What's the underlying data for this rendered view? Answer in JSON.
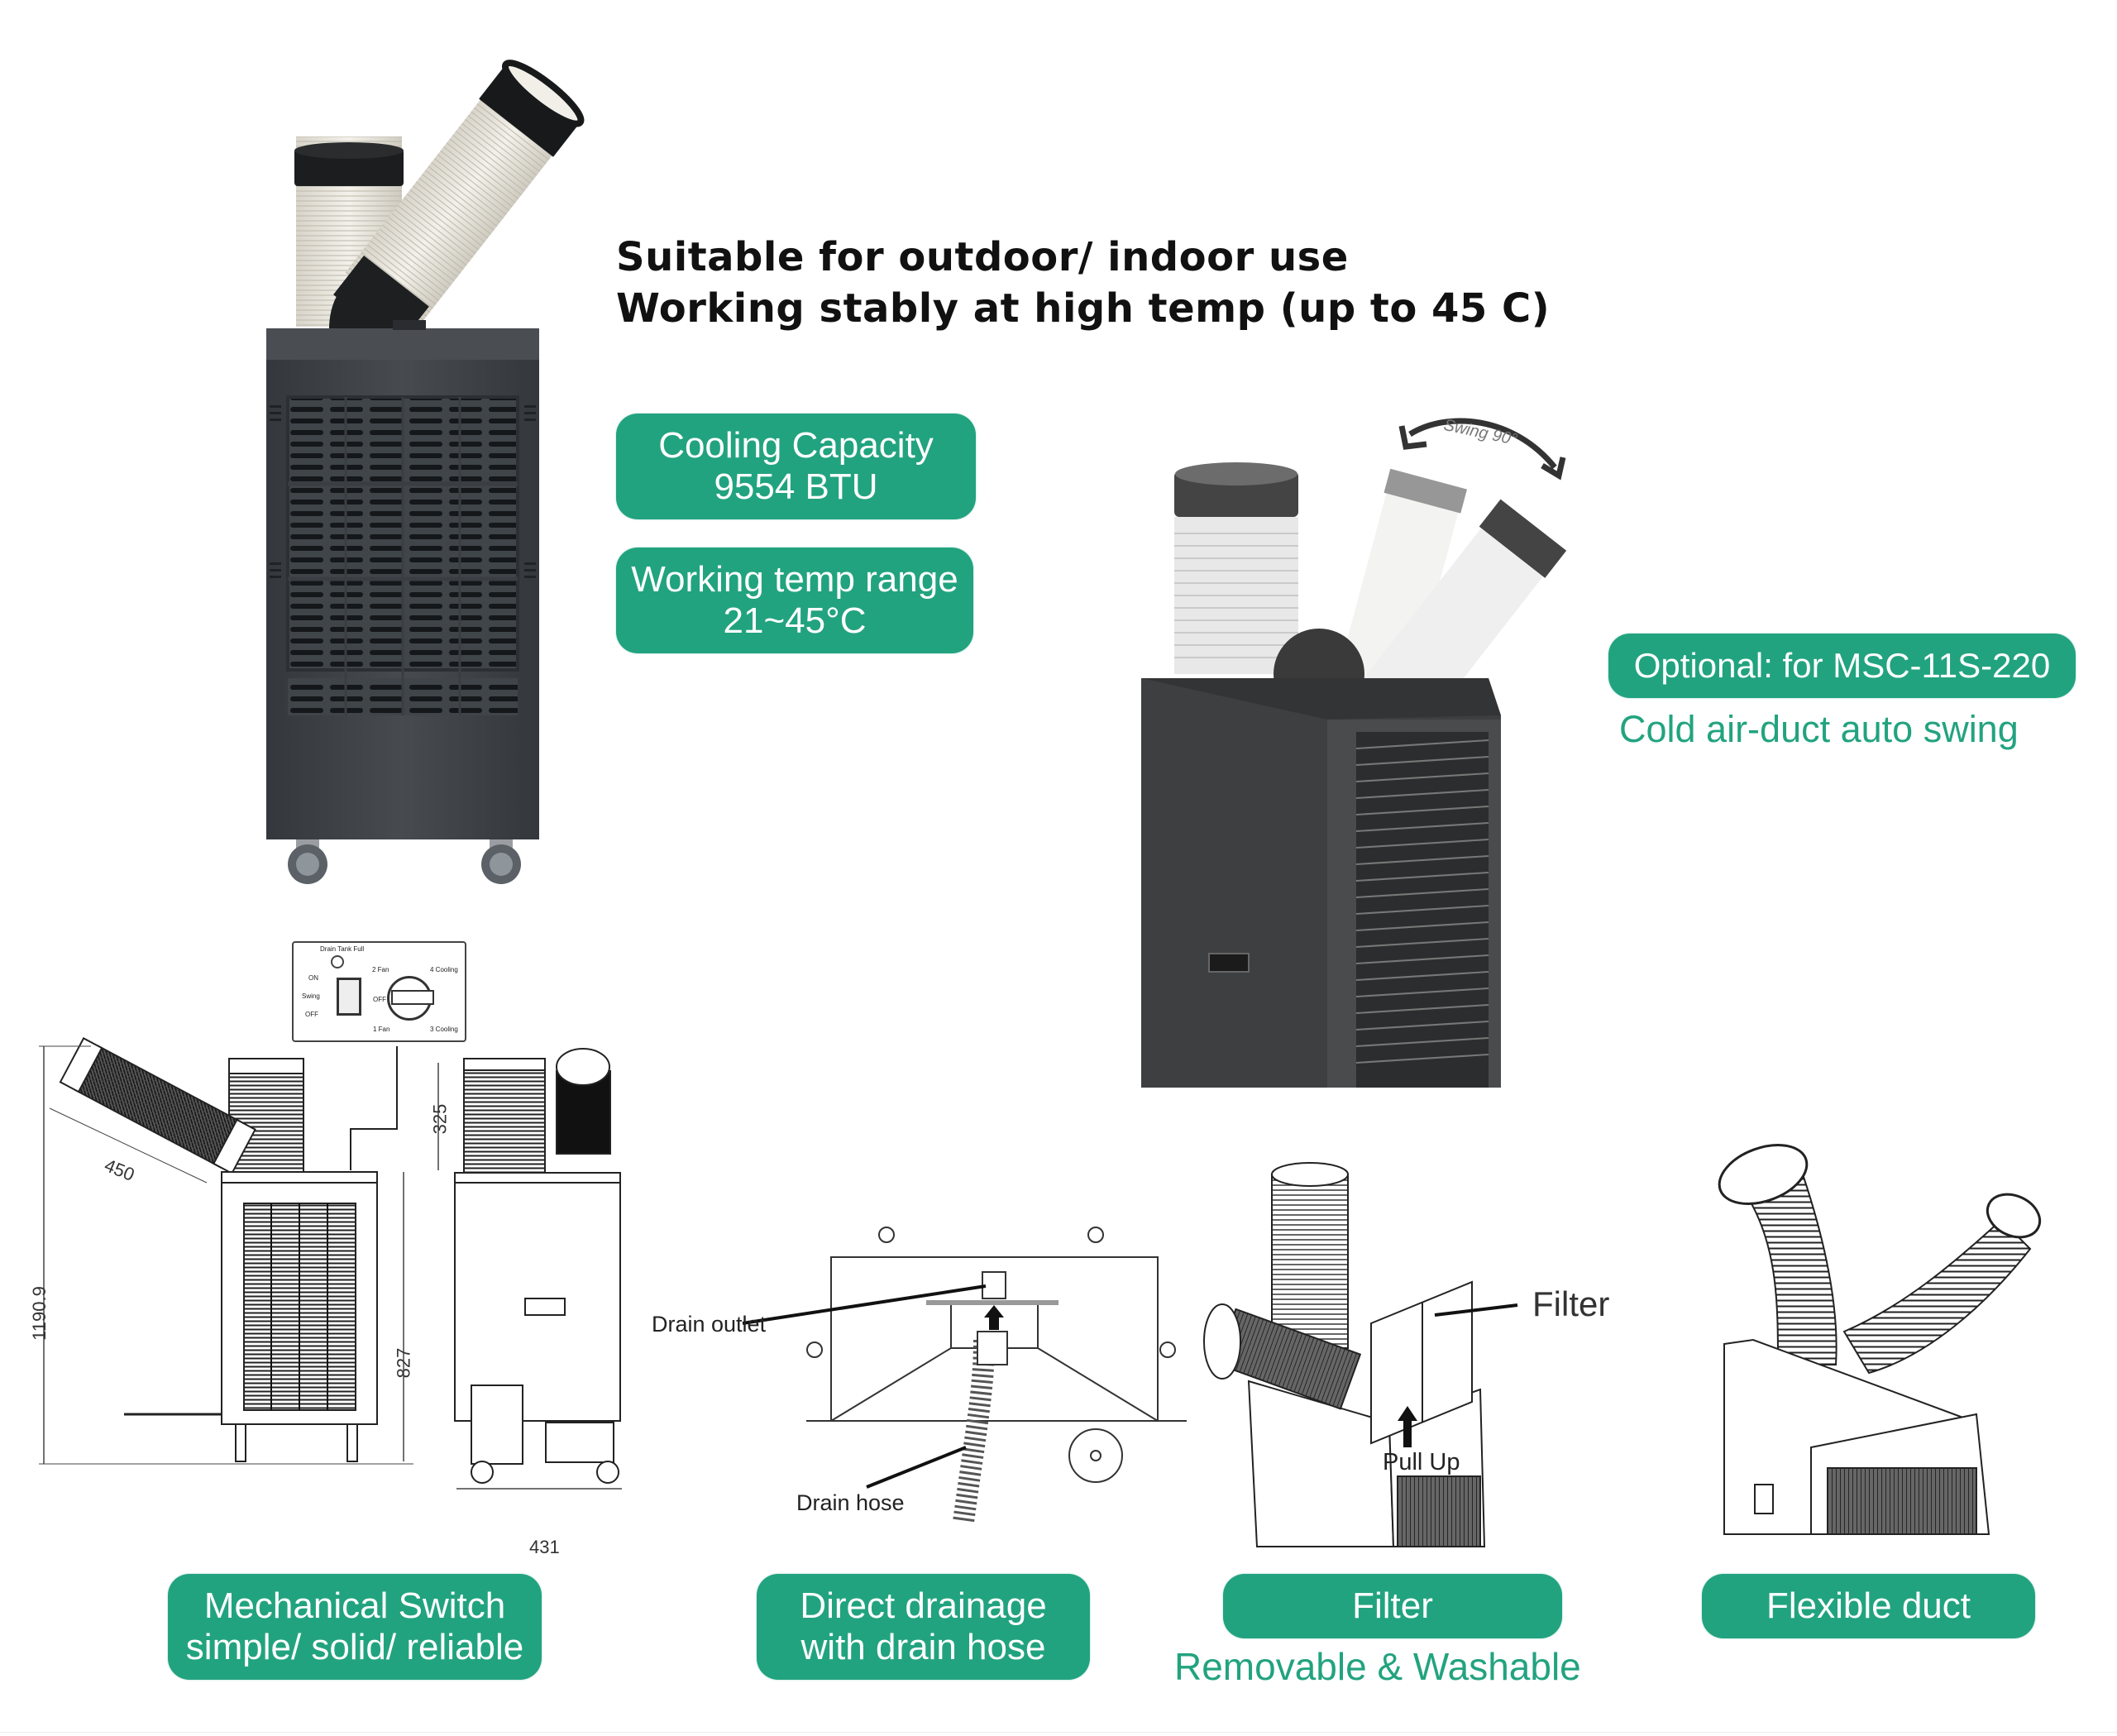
{
  "headline": {
    "line1": "Suitable for outdoor/ indoor use",
    "line2": "Working stably at high temp (up to 45 C)"
  },
  "spec_badges": [
    {
      "line1": "Cooling Capacity",
      "line2": "9554 BTU"
    },
    {
      "line1": "Working temp range",
      "line2": "21~45°C"
    }
  ],
  "swing_feature": {
    "swing_label": "Swing 90°",
    "badge": "Optional: for MSC-11S-220",
    "caption": "Cold air-duct auto swing"
  },
  "control_panel": {
    "indicator_label": "Drain Tank Full",
    "switch_labels": [
      "ON",
      "Swing",
      "OFF"
    ],
    "knob_labels": [
      "2 Fan",
      "OFF",
      "1 Fan",
      "4 Cooling",
      "3 Cooling"
    ]
  },
  "dimensions": {
    "total_height": "1190.9",
    "duct_length": "450",
    "body_height": "827",
    "duct_height": "325",
    "width": "431"
  },
  "drainage": {
    "outlet_label": "Drain outlet",
    "hose_label": "Drain hose"
  },
  "filter_diagram": {
    "filter_label": "Filter",
    "pull_label": "Pull Up"
  },
  "feature_badges": [
    {
      "line1": "Mechanical Switch",
      "line2": "simple/ solid/ reliable"
    },
    {
      "line1": "Direct drainage",
      "line2": "with drain hose"
    },
    {
      "line1": "Filter",
      "line2": ""
    },
    {
      "line1": "Flexible duct",
      "line2": ""
    }
  ],
  "filter_caption": "Removable & Washable",
  "colors": {
    "brand_green": "#22A37F",
    "unit_body": "#3d4145",
    "duct_white": "#ece9e0"
  }
}
